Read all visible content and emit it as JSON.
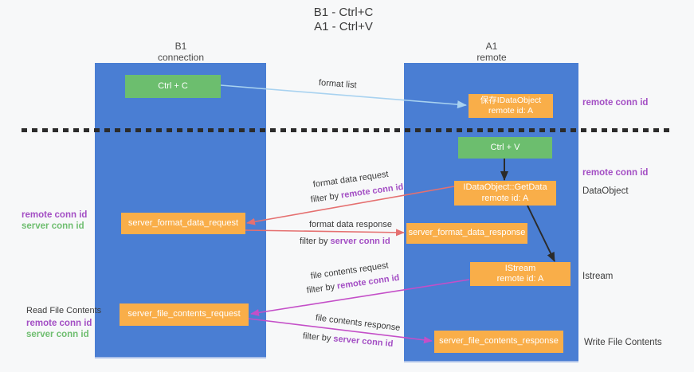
{
  "title": {
    "line1": "B1 - Ctrl+C",
    "line2": "A1 - Ctrl+V"
  },
  "colors": {
    "lifeline_blue": "#4a7ed3",
    "box_green": "#6cbe6e",
    "box_orange": "#f9ae49",
    "arrow_black": "#2b2b2b",
    "arrow_red": "#e57070",
    "arrow_magenta": "#c44fc8",
    "arrow_lightblue": "#a8d2f0",
    "text_purple": "#a34ec4",
    "text_green": "#6fbe70",
    "background": "#f7f8f9"
  },
  "lifelines": {
    "left": {
      "name": "B1",
      "role": "connection"
    },
    "right": {
      "name": "A1",
      "role": "remote"
    }
  },
  "boxes": {
    "ctrl_c": "Ctrl + C",
    "ctrl_v": "Ctrl + V",
    "save_idataobject": {
      "line1": "保存IDataObject",
      "line2": "remote id: A"
    },
    "getdata": {
      "line1": "IDataObject::GetData",
      "line2": "remote id: A"
    },
    "istream": {
      "line1": "IStream",
      "line2": "remote id: A"
    },
    "format_request": "server_format_data_request",
    "format_response": "server_format_data_response",
    "file_request": "server_file_contents_request",
    "file_response": "server_file_contents_response"
  },
  "messages": {
    "format_list": "format list",
    "format_data_request": {
      "label": "format data request",
      "filter_prefix": "filter by ",
      "filter_key": "remote conn id"
    },
    "format_data_response": {
      "label": "format data response",
      "filter_prefix": "filter by ",
      "filter_key": "server conn id"
    },
    "file_contents_request": {
      "label": "file contents request",
      "filter_prefix": "filter by ",
      "filter_key": "remote conn id"
    },
    "file_contents_response": {
      "label": "file contents response",
      "filter_prefix": "filter by ",
      "filter_key": "server conn id"
    }
  },
  "annotations": {
    "right": {
      "remote_conn_id_top": "remote conn id",
      "remote_conn_id_mid": "remote conn id",
      "dataobject": "DataObject",
      "istream": "Istream",
      "write_file_contents": "Write File Contents"
    },
    "left": {
      "remote_conn_id_1": "remote conn id",
      "server_conn_id_1": "server conn id",
      "read_file_contents": "Read File Contents",
      "remote_conn_id_2": "remote conn id",
      "server_conn_id_2": "server conn id"
    }
  }
}
